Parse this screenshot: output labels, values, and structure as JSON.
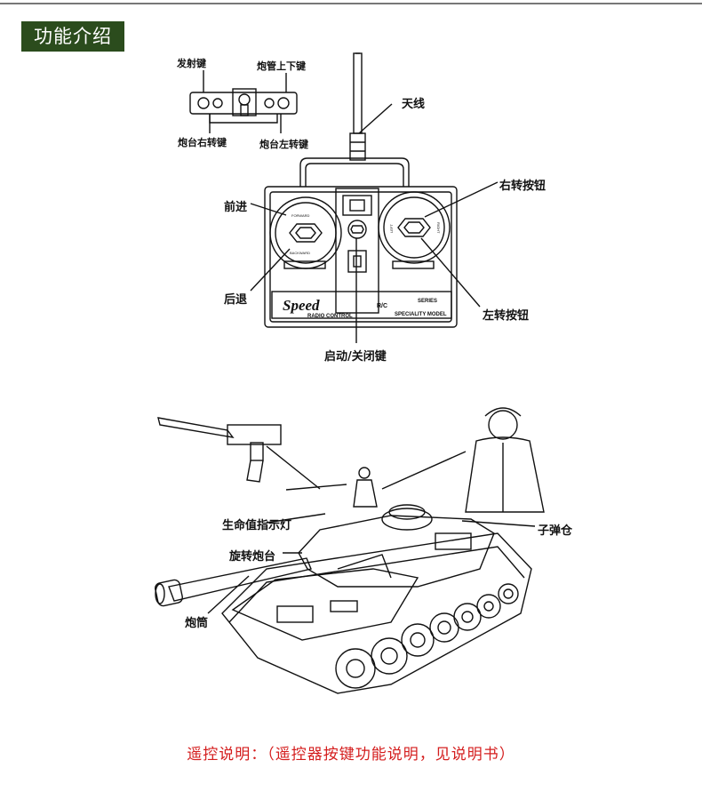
{
  "header": {
    "title": "功能介绍"
  },
  "controller": {
    "labels": {
      "fire_key": "发射键",
      "barrel_updown_key": "炮管上下键",
      "turret_right_key": "炮台右转键",
      "turret_left_key": "炮台左转键",
      "antenna": "天线",
      "forward": "前进",
      "backward": "后退",
      "right_turn_button": "右转按钮",
      "left_turn_button": "左转按钮",
      "power_key": "启动/关闭键"
    },
    "brand": {
      "logo": "Speed",
      "subtitle": "RADIO CONTROL",
      "badge": "R/C",
      "series": "SERIES",
      "model": "SPECIALITY MODEL",
      "pad_forward": "FORWARD",
      "pad_backward": "BACKWARD",
      "pad_left": "LEFT",
      "pad_right": "RIGHT"
    }
  },
  "tank": {
    "labels": {
      "life_indicator": "生命值指示灯",
      "rotating_turret": "旋转炮台",
      "barrel": "炮筒",
      "magazine": "子弹仓"
    }
  },
  "footer": {
    "note": "遥控说明：（遥控器按键功能说明，见说明书）"
  }
}
